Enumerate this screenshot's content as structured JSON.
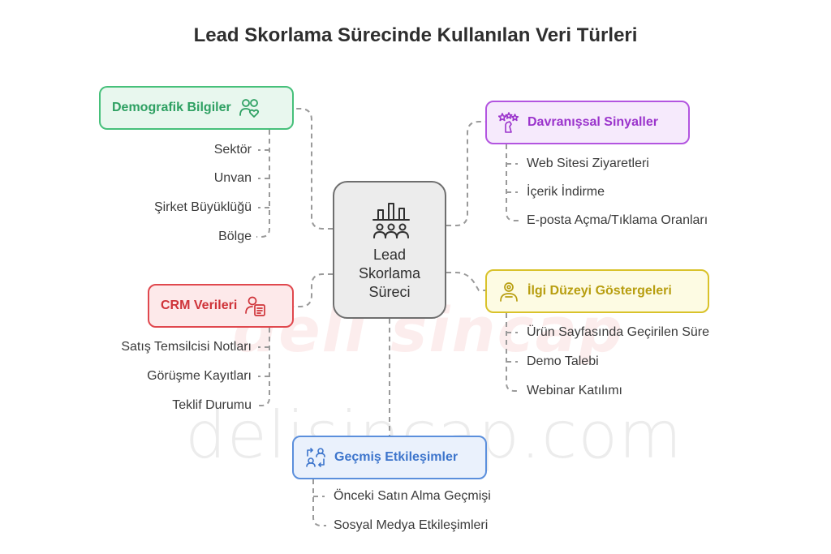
{
  "title": "Lead Skorlama Sürecinde Kullanılan Veri Türleri",
  "center": {
    "label": "Lead\nSkorlama\nSüreci",
    "icon": "team-chart-icon"
  },
  "watermark": {
    "big": "deli sincap",
    "small": "delisincap.com"
  },
  "categories": {
    "demografik": {
      "label": "Demografik Bilgiler",
      "icon": "people-heart-icon",
      "color": "#46c07a",
      "items": [
        "Sektör",
        "Unvan",
        "Şirket Büyüklüğü",
        "Bölge"
      ]
    },
    "davranissal": {
      "label": "Davranışsal Sinyaller",
      "icon": "stars-hand-icon",
      "color": "#b355e0",
      "items": [
        "Web Sitesi Ziyaretleri",
        "İçerik İndirme",
        "E-posta Açma/Tıklama Oranları"
      ]
    },
    "crm": {
      "label": "CRM Verileri",
      "icon": "user-document-icon",
      "color": "#e0484e",
      "items": [
        "Satış Temsilcisi Notları",
        "Görüşme Kayıtları",
        "Teklif Durumu"
      ]
    },
    "ilgi": {
      "label": "İlgi Düzeyi Göstergeleri",
      "icon": "user-focus-icon",
      "color": "#d9c22a",
      "items": [
        "Ürün Sayfasında Geçirilen Süre",
        "Demo Talebi",
        "Webinar Katılımı"
      ]
    },
    "gecmis": {
      "label": "Geçmiş Etkileşimler",
      "icon": "users-exchange-icon",
      "color": "#5b8fdc",
      "items": [
        "Önceki Satın Alma Geçmişi",
        "Sosyal Medya Etkileşimleri"
      ]
    }
  }
}
